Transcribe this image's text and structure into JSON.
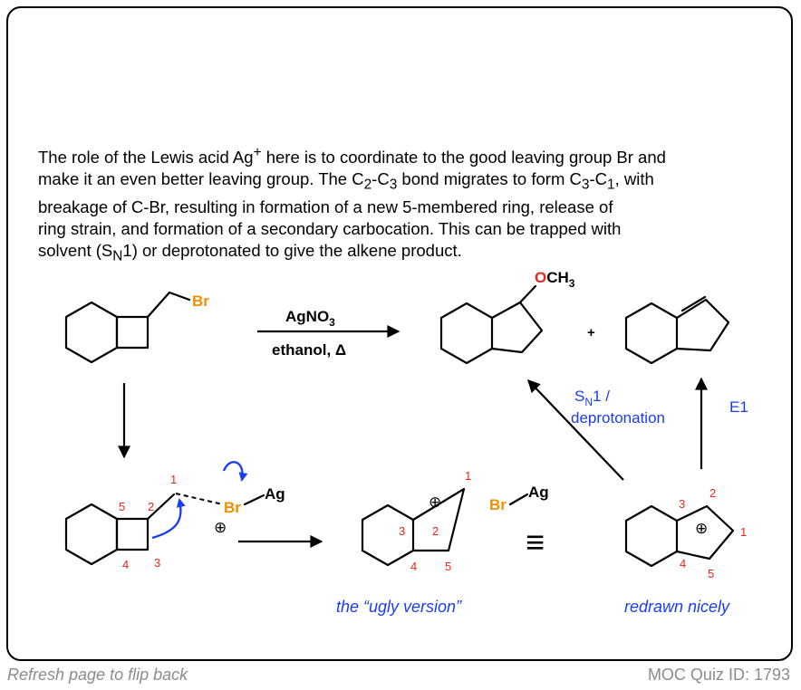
{
  "explanation": {
    "l1a": "The role of the Lewis acid Ag",
    "l1sup": "+",
    "l1b": " here is to coordinate to the good leaving group Br and",
    "l2a": "make it an even better leaving group. The C",
    "l2s1": "2",
    "l2b": "-C",
    "l2s2": "3",
    "l2c": " bond migrates to form C",
    "l2s3": "3",
    "l2d": "-C",
    "l2s4": "1",
    "l2e": ", with",
    "l3": "breakage of C-Br, resulting in formation of a new 5-membered ring, release of",
    "l4": "ring strain, and formation of a secondary carbocation. This can be trapped with",
    "l5a": "solvent (S",
    "l5sub": "N",
    "l5b": "1) or deprotonated to give the alkene product."
  },
  "scheme": {
    "br": "Br",
    "ag": "Ag",
    "o": "O",
    "ch3_c": "CH",
    "ch3_sub": "3",
    "agno3_a": "AgNO",
    "agno3_sub": "3",
    "ethanol": "ethanol, Δ",
    "plus": "+",
    "plus_charge": "⊕",
    "sn1_s": "S",
    "sn1_sub": "N",
    "sn1_rest": "1  /",
    "deprotonation": "deprotonation",
    "e1": "E1",
    "equiv": "≡",
    "ugly_caption": "the “ugly version”",
    "nice_caption": "redrawn nicely",
    "nums": {
      "n1": "1",
      "n2": "2",
      "n3": "3",
      "n4": "4",
      "n5": "5"
    }
  },
  "footer": {
    "left": "Refresh page to flip back",
    "right": "MOC Quiz ID: 1793"
  },
  "colors": {
    "numbers": "#e8261c",
    "blue": "#1a3cf0",
    "bromine": "#f18f00",
    "oxygen": "#e8261c"
  }
}
